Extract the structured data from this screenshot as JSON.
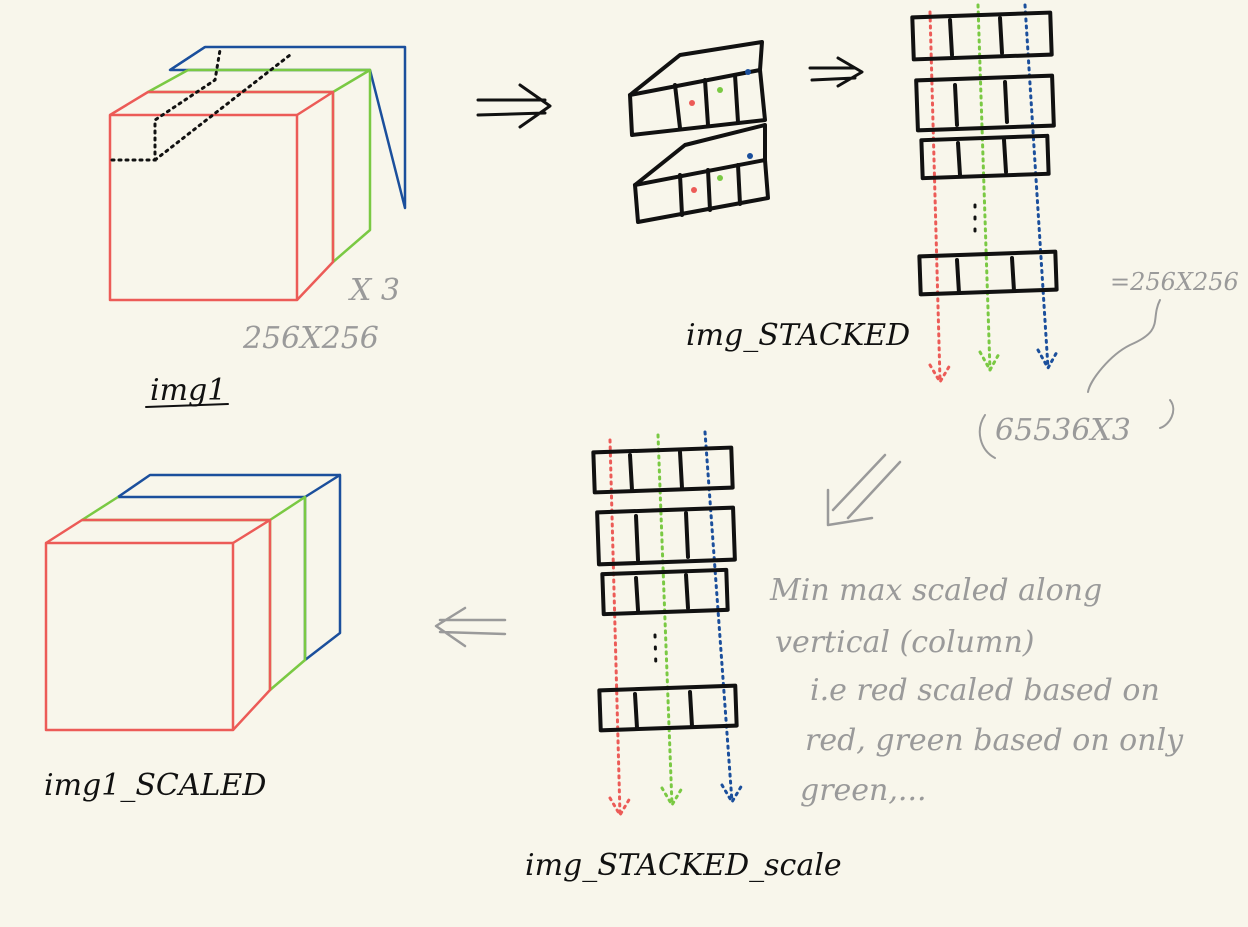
{
  "labels": {
    "img1": "img1",
    "img1_dims": "256X256",
    "img1_channels": "X 3",
    "img_stacked": "img_STACKED",
    "stacked_size": "=256X256",
    "stacked_dims": "65536X3",
    "img_stacked_scale": "img_STACKED_scale",
    "img1_scaled": "img1_SCALED"
  },
  "note": {
    "line1": "Min max scaled along",
    "line2": "vertical (column)",
    "line3": "i.e red scaled based on",
    "line4": "red, green based on only",
    "line5": "green,..."
  },
  "colors": {
    "background": "#f8f6eb",
    "ink": "#111111",
    "pencil": "#9a9a9a",
    "red": "#ec5b57",
    "green": "#7ac943",
    "blue": "#1b4f9c"
  }
}
